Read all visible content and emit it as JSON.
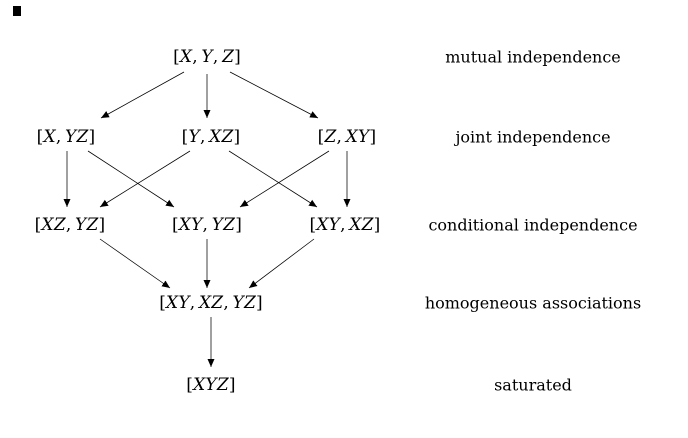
{
  "colors": {
    "background": "#ffffff",
    "text": "#000000",
    "arrow": "#000000"
  },
  "diagram": {
    "title": "",
    "rows": [
      {
        "label": "mutual independence",
        "nodes": [
          "[X,Y,Z]"
        ]
      },
      {
        "label": "joint independence",
        "nodes": [
          "[X,YZ]",
          "[Y,XZ]",
          "[Z,XY]"
        ]
      },
      {
        "label": "conditional independence",
        "nodes": [
          "[XZ,YZ]",
          "[XY,YZ]",
          "[XY,XZ]"
        ]
      },
      {
        "label": "homogeneous associations",
        "nodes": [
          "[XY,XZ,YZ]"
        ]
      },
      {
        "label": "saturated",
        "nodes": [
          "[XYZ]"
        ]
      }
    ],
    "edges": [
      {
        "from": "[X,Y,Z]",
        "to": "[X,YZ]"
      },
      {
        "from": "[X,Y,Z]",
        "to": "[Y,XZ]"
      },
      {
        "from": "[X,Y,Z]",
        "to": "[Z,XY]"
      },
      {
        "from": "[X,YZ]",
        "to": "[XZ,YZ]"
      },
      {
        "from": "[X,YZ]",
        "to": "[XY,YZ]"
      },
      {
        "from": "[Y,XZ]",
        "to": "[XZ,YZ]"
      },
      {
        "from": "[Y,XZ]",
        "to": "[XY,XZ]"
      },
      {
        "from": "[Z,XY]",
        "to": "[XY,YZ]"
      },
      {
        "from": "[Z,XY]",
        "to": "[XY,XZ]"
      },
      {
        "from": "[XZ,YZ]",
        "to": "[XY,XZ,YZ]"
      },
      {
        "from": "[XY,YZ]",
        "to": "[XY,XZ,YZ]"
      },
      {
        "from": "[XY,XZ]",
        "to": "[XY,XZ,YZ]"
      },
      {
        "from": "[XY,XZ,YZ]",
        "to": "[XYZ]"
      }
    ]
  }
}
